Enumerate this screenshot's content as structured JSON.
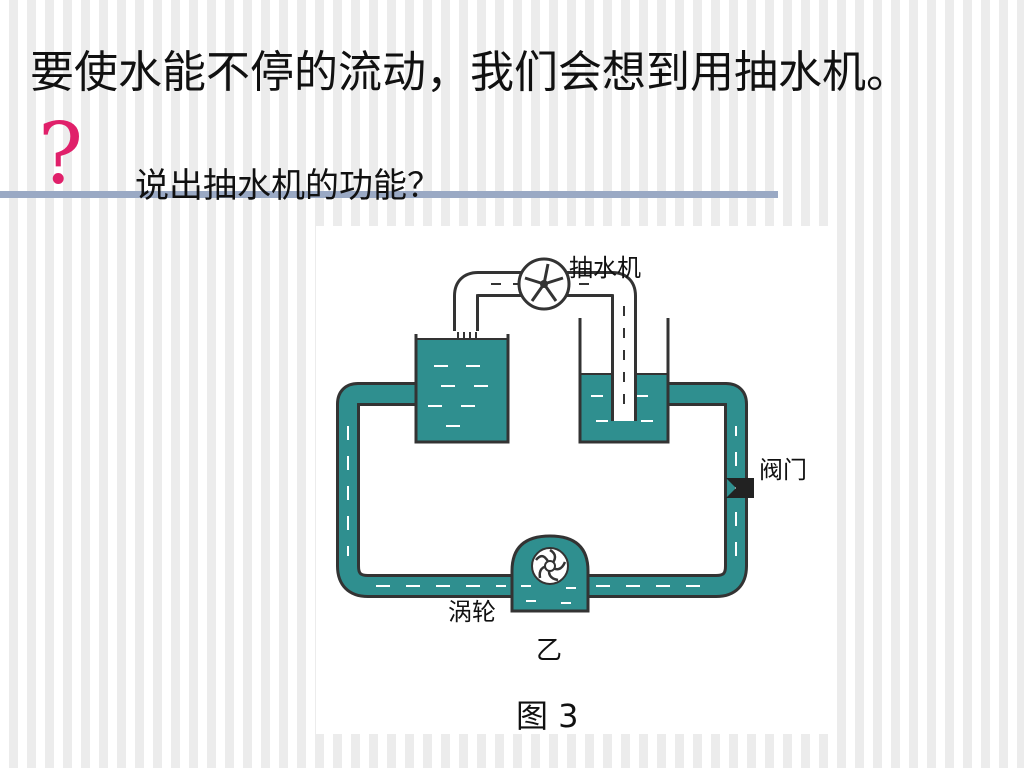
{
  "slide": {
    "title": "要使水能不停的流动，我们会想到用抽水机。",
    "question_mark": "?",
    "question": "说出抽水机的功能？"
  },
  "diagram": {
    "labels": {
      "pump": "抽水机",
      "valve": "阀门",
      "turbine": "涡轮",
      "part": "乙",
      "caption": "图 3"
    },
    "colors": {
      "water": "#2f8f8f",
      "outline": "#333333",
      "question_mark": "#e0206a",
      "rule": "#9aa9c4"
    }
  }
}
